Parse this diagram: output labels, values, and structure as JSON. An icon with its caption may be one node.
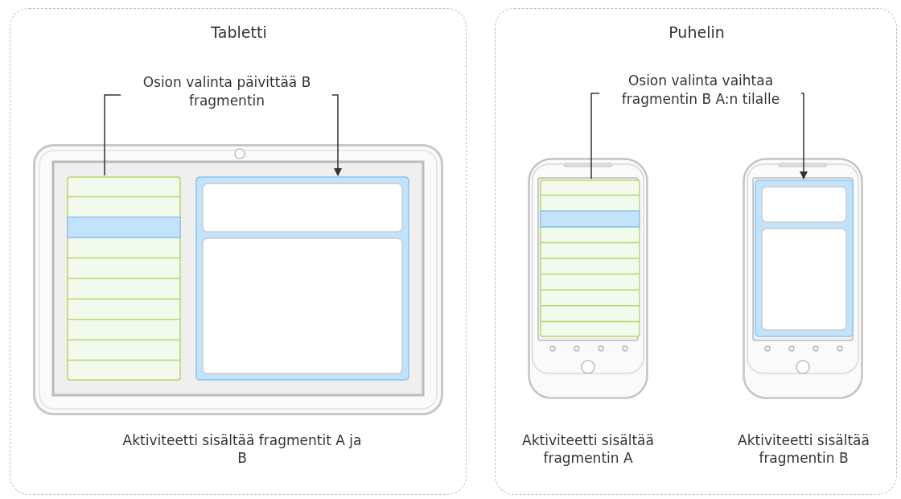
{
  "diagram": {
    "nodes": [
      {
        "text": [
          "Tabletti"
        ]
      },
      {
        "text": [
          "Puhelin"
        ]
      },
      {
        "text": [],
        "shape": "box",
        "in": 0,
        "beside": [
          "Aktiviteetti sisältää fragmentit A ja B"
        ]
      },
      {
        "text": [
          "Osion valinta päivittää B fragmentin"
        ],
        "in": 0
      },
      {
        "text": [],
        "shape": "box",
        "in": 2
      },
      {
        "text": [],
        "shape": "box",
        "in": 2
      },
      {
        "text": [],
        "shape": "box",
        "in": 1,
        "beside": [
          "Aktiviteetti sisältää fragmentin A"
        ]
      },
      {
        "text": [],
        "shape": "box",
        "in": 1,
        "beside": [
          "Aktiviteetti sisältää fragmentin B"
        ]
      },
      {
        "text": [
          "Osion valinta vaihtaa fragmentin B A:n tilalle"
        ],
        "in": 1
      },
      {
        "text": [],
        "shape": "box",
        "in": 6
      },
      {
        "text": [],
        "shape": "box",
        "in": 7
      }
    ],
    "edges": [
      {
        "from": 3,
        "to": 4,
        "arrow": "none"
      },
      {
        "from": 3,
        "to": 5,
        "arrow": "to"
      },
      {
        "from": 8,
        "to": 9,
        "arrow": "none"
      },
      {
        "from": 8,
        "to": 10,
        "arrow": "to"
      }
    ]
  }
}
